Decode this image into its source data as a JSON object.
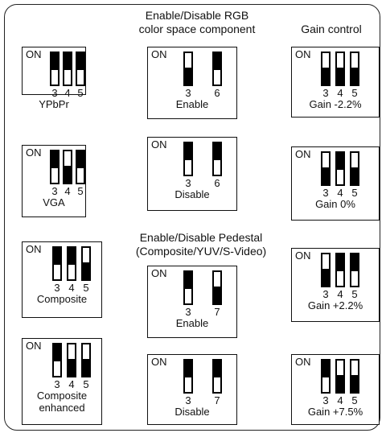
{
  "headings": {
    "rgb": "Enable/Disable RGB\ncolor space component",
    "gain": "Gain control",
    "pedestal": "Enable/Disable Pedestal\n(Composite/YUV/S-Video)"
  },
  "on_label": "ON",
  "boxes": [
    {
      "id": "ypbpr",
      "numbers": [
        "3",
        "4",
        "5"
      ],
      "states": [
        "down",
        "down",
        "down"
      ],
      "caption": "YPbPr"
    },
    {
      "id": "vga",
      "numbers": [
        "3",
        "4",
        "5"
      ],
      "states": [
        "down",
        "up",
        "down"
      ],
      "caption": "VGA"
    },
    {
      "id": "composite",
      "numbers": [
        "3",
        "4",
        "5"
      ],
      "states": [
        "down",
        "down",
        "up"
      ],
      "caption": "Composite"
    },
    {
      "id": "composite-enhanced",
      "numbers": [
        "3",
        "4",
        "5"
      ],
      "states": [
        "down",
        "up",
        "up"
      ],
      "caption": "Composite\nenhanced"
    },
    {
      "id": "rgb-enable",
      "numbers": [
        "3",
        "6"
      ],
      "states": [
        "up",
        "down"
      ],
      "caption": "Enable"
    },
    {
      "id": "rgb-disable",
      "numbers": [
        "3",
        "6"
      ],
      "states": [
        "down",
        "down"
      ],
      "caption": "Disable"
    },
    {
      "id": "pedestal-enable",
      "numbers": [
        "3",
        "7"
      ],
      "states": [
        "down",
        "up"
      ],
      "caption": "Enable"
    },
    {
      "id": "pedestal-disable",
      "numbers": [
        "3",
        "7"
      ],
      "states": [
        "down",
        "down"
      ],
      "caption": "Disable"
    },
    {
      "id": "gain-minus-2-2",
      "numbers": [
        "3",
        "4",
        "5"
      ],
      "states": [
        "up",
        "up",
        "up"
      ],
      "caption": "Gain -2.2%"
    },
    {
      "id": "gain-0",
      "numbers": [
        "3",
        "4",
        "5"
      ],
      "states": [
        "up",
        "down",
        "up"
      ],
      "caption": "Gain 0%"
    },
    {
      "id": "gain-plus-2-2",
      "numbers": [
        "3",
        "4",
        "5"
      ],
      "states": [
        "up",
        "down",
        "down"
      ],
      "caption": "Gain +2.2%"
    },
    {
      "id": "gain-plus-7-5",
      "numbers": [
        "3",
        "4",
        "5"
      ],
      "states": [
        "down",
        "up",
        "up"
      ],
      "caption": "Gain +7.5%"
    }
  ]
}
